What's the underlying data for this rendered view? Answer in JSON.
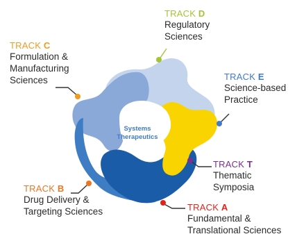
{
  "center_label": {
    "line1": "Systems",
    "line2": "Therapeutics"
  },
  "tracks": {
    "d": {
      "keyword": "TRACK",
      "letter": "D",
      "name_line1": "Regulatory",
      "name_line2": "Sciences",
      "color": "#a3c535"
    },
    "c": {
      "keyword": "TRACK",
      "letter": "C",
      "name_line1": "Formulation &",
      "name_line2": "Manufacturing",
      "name_line3": "Sciences",
      "color": "#f29a1f"
    },
    "e": {
      "keyword": "TRACK",
      "letter": "E",
      "name_line1": "Science-based",
      "name_line2": "Practice",
      "color": "#3f7bc8"
    },
    "t": {
      "keyword": "TRACK",
      "letter": "T",
      "name_line1": "Thematic",
      "name_line2": "Symposia",
      "color": "#7b2f8e"
    },
    "b": {
      "keyword": "TRACK",
      "letter": "B",
      "name_line1": "Drug Delivery &",
      "name_line2": "Targeting Sciences",
      "color": "#ee7523"
    },
    "a": {
      "keyword": "TRACK",
      "letter": "A",
      "name_line1": "Fundamental &",
      "name_line2": "Translational Sciences",
      "color": "#e2231a"
    }
  },
  "shape_colors": {
    "light": "#c4d4ec",
    "mid": "#8aa9d8",
    "blue": "#3e7cc3",
    "dark": "#1b5ca8",
    "yellow": "#f9d400"
  }
}
